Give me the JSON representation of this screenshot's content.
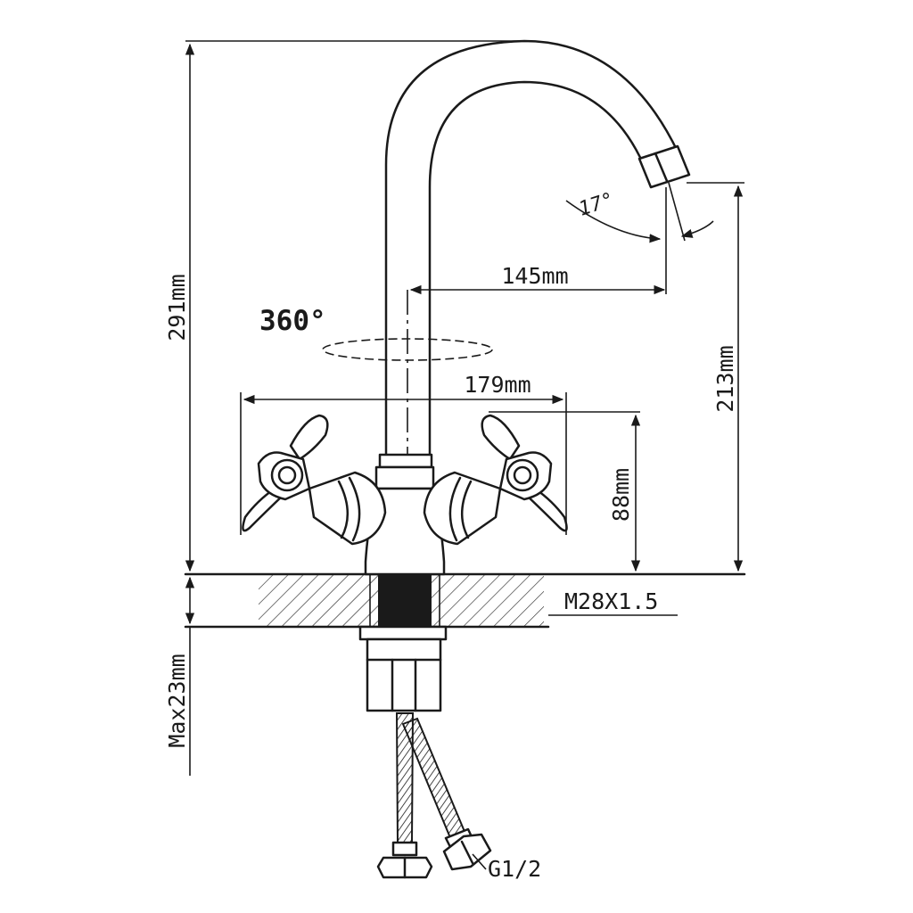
{
  "dimensions": {
    "total_height": "291mm",
    "spout_height": "213mm",
    "spout_reach": "145mm",
    "handle_span": "179mm",
    "handle_height": "88mm",
    "mount_thickness": "Max23mm"
  },
  "annotations": {
    "rotation": "360°",
    "spout_angle": "17°",
    "thread": "M28X1.5",
    "hose_connection": "G1/2"
  },
  "colors": {
    "line": "#1a1a1a",
    "background": "#ffffff"
  }
}
